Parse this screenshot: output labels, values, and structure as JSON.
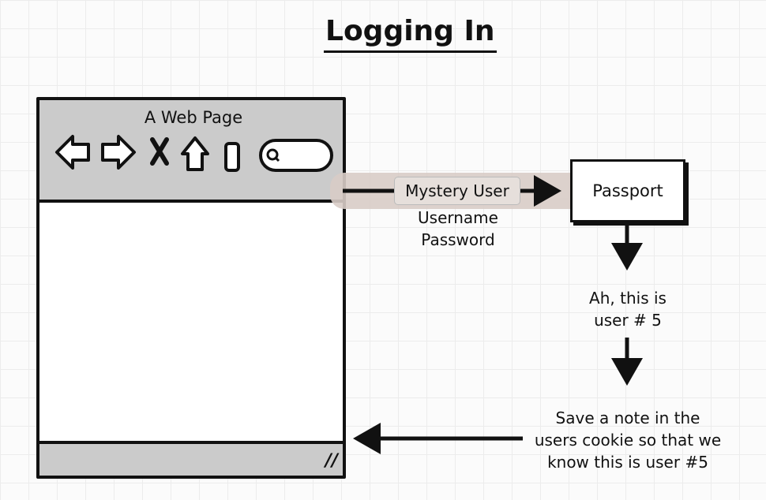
{
  "title": "Logging In",
  "browser": {
    "page_label": "A Web Page",
    "toolbar_icons": [
      "back-arrow-icon",
      "forward-arrow-icon",
      "close-icon",
      "home-icon",
      "page-icon",
      "search-icon"
    ]
  },
  "flow": {
    "request_label": "Mystery User",
    "credentials_line1": "Username",
    "credentials_line2": "Password",
    "passport_label": "Passport",
    "identify_line1": "Ah, this is",
    "identify_line2": "user # 5",
    "save_line1": "Save a note in the",
    "save_line2": "users cookie so that we",
    "save_line3": "know this is user #5"
  },
  "colors": {
    "browser_chrome": "#cbcbcb",
    "highlight": "#d8ccc6",
    "stroke": "#111111"
  }
}
